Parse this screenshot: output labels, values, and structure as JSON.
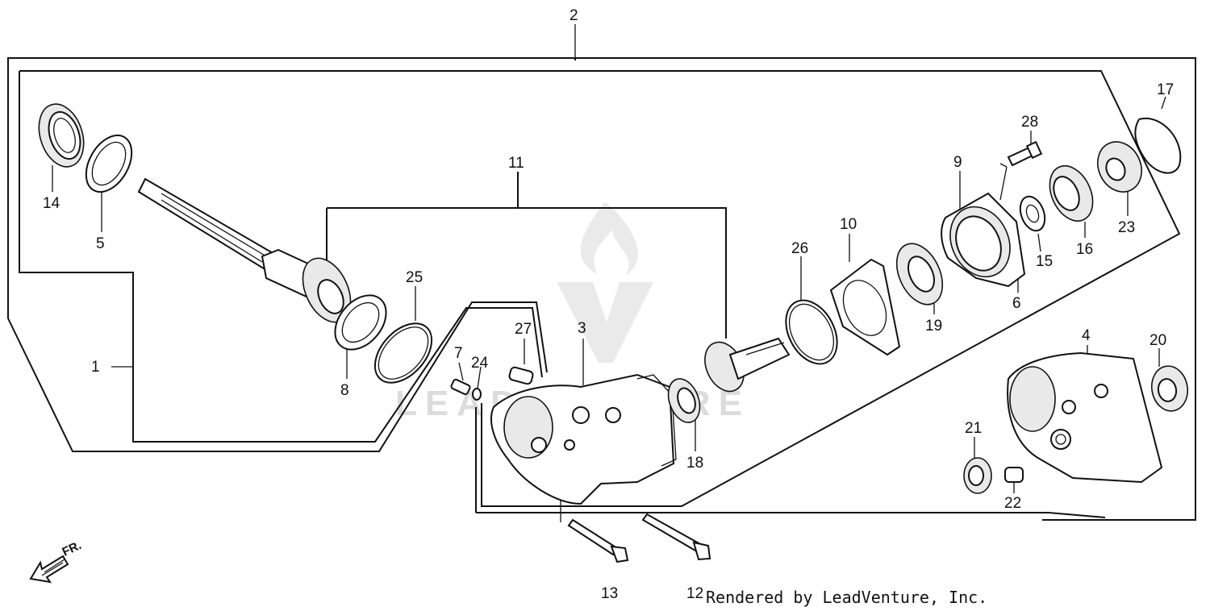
{
  "diagram": {
    "callouts": [
      "1",
      "2",
      "3",
      "4",
      "5",
      "6",
      "7",
      "8",
      "9",
      "10",
      "11",
      "12",
      "13",
      "14",
      "15",
      "16",
      "17",
      "18",
      "19",
      "20",
      "21",
      "22",
      "23",
      "24",
      "25",
      "26",
      "27",
      "28"
    ],
    "credit": "Rendered by LeadVenture, Inc.",
    "direction_label": "FR.",
    "watermark": "LEADVENTURE"
  }
}
